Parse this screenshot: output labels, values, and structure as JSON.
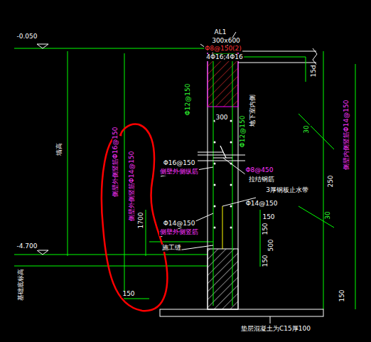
{
  "diagram": {
    "labels": [
      "-0.050",
      "-4.700",
      "AL1",
      "300x600",
      "Φ8@150(2)",
      "4Φ16;4Φ16",
      "15d",
      "Φ12@150",
      "300",
      "Φ12@150",
      "地下室内侧",
      "Φ16@150",
      "侧壁外侧纵筋",
      "Φ8@450",
      "拉结钢筋",
      "Φ14@150",
      "150",
      "3厚钢板止水带",
      "Φ14@150",
      "侧壁外侧竖筋",
      "1700",
      "施工缝",
      "150",
      "500",
      "150",
      "墙高",
      "基础底标高",
      "侧壁外侧竖筋Φ16@150",
      "侧壁外侧竖筋Φ14@150",
      "150",
      "侧壁内侧竖筋Φ14@150",
      "250",
      "30",
      "30",
      "150",
      "垫层混凝土为C15厚100"
    ]
  }
}
